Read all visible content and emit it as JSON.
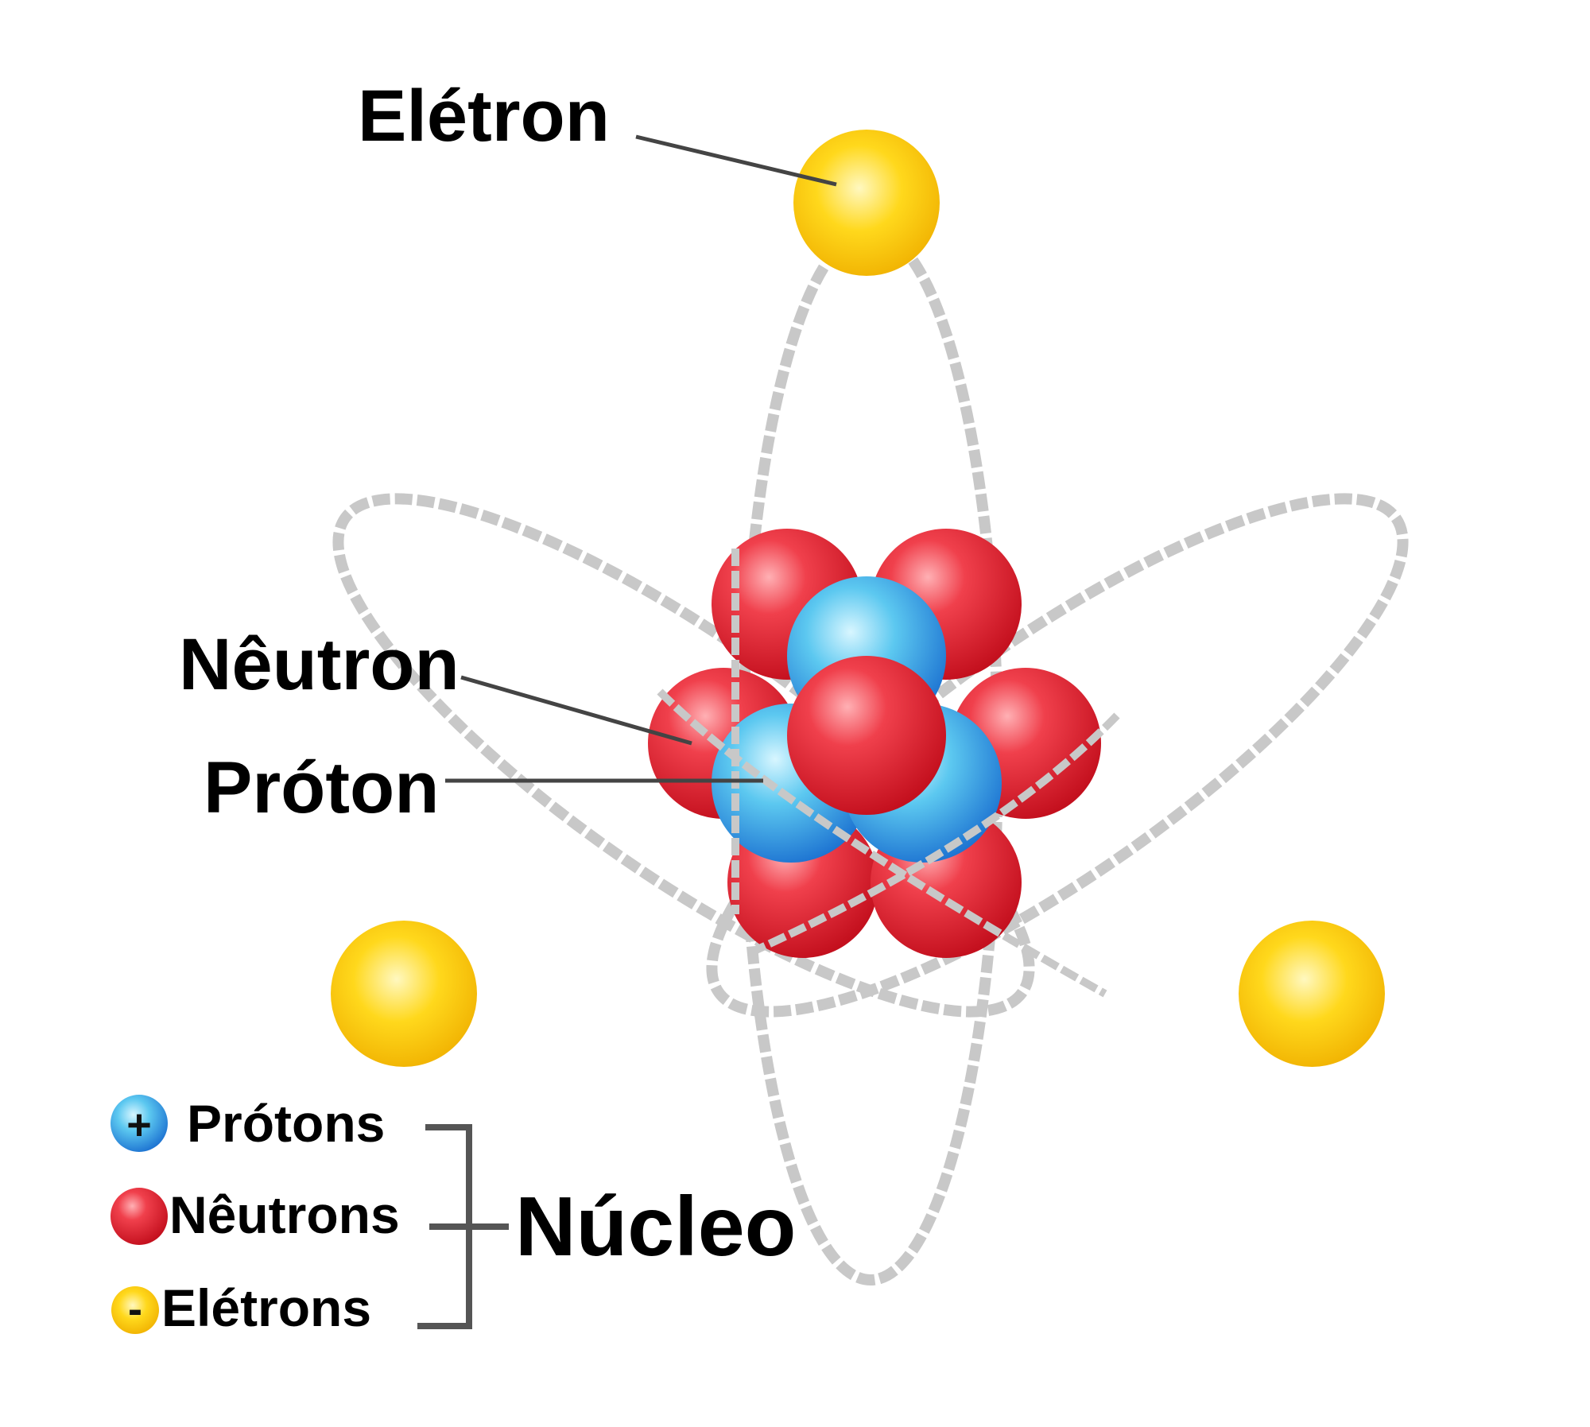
{
  "labels": {
    "electron": "Elétron",
    "neutron": "Nêutron",
    "proton": "Próton",
    "nucleus": "Núcleo"
  },
  "legend": [
    {
      "symbol": "+",
      "label": "Prótons"
    },
    {
      "symbol": "",
      "label": "Nêutrons"
    },
    {
      "symbol": "-",
      "label": "Elétrons"
    }
  ],
  "colors": {
    "proton": "#2a8fe0",
    "neutron": "#e01c2c",
    "electron": "#f5c400",
    "orbit": "#c8c8c8",
    "text": "#000000"
  }
}
